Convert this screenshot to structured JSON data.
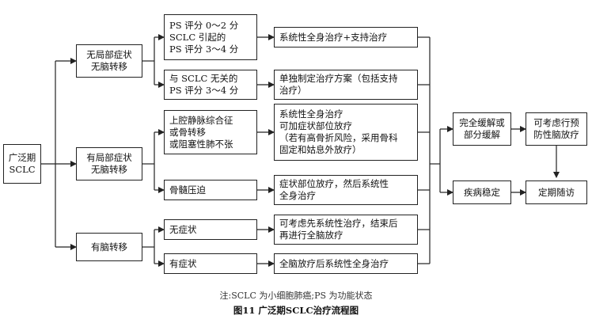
{
  "nodes": {
    "ext_sclc": "广泛期\nSCLC",
    "no_local_no_brain": "无局部症状\n无脑转移",
    "local_no_brain": "有局部症状\n无脑转移",
    "brain_mets": "有脑转移",
    "ps_0_2": "PS 评分 0～2 分\nSCLC 引起的\nPS 评分 3～4 分",
    "ps_3_4_other": "与 SCLC 无关的\nPS 评分 3～4 分",
    "svc_bone_obstr": "上腔静脉综合征\n或骨转移\n或阻塞性肺不张",
    "cord_compression": "骨髓压迫",
    "no_symptoms": "无症状",
    "symptoms": "有症状",
    "systemic_support": "系统性全身治疗+支持治疗",
    "individual_plan": "单独制定治疗方案（包括支持\n治疗）",
    "systemic_local_rt": "系统性全身治疗\n可加症状部位放疗\n（若有高骨折风险，采用骨科\n固定和姑息外放疗）",
    "local_rt_then_systemic": "症状部位放疗，然后系统性\n全身治疗",
    "systemic_first_wbrt": "可考虑先系统性治疗，结束后\n再进行全脑放疗",
    "wbrt_then_systemic": "全脑放疗后系统性全身治疗",
    "cr_pr": "完全缓解或\n部分缓解",
    "stable": "疾病稳定",
    "pci": "可考虑行预\n防性脑放疗",
    "follow_up": "定期随访"
  },
  "note": "注:SCLC 为小细胞肺癌;PS 为功能状态",
  "figure_title": "图11   广泛期SCLC治疗流程图"
}
